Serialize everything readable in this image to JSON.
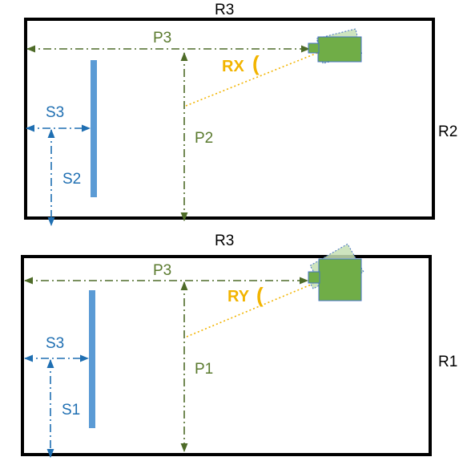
{
  "colors": {
    "frame": "#000000",
    "dim_green": "#4e6b28",
    "label_green": "#5a7a2e",
    "label_blue": "#1f6fb2",
    "dim_blue": "#1f6fb2",
    "bar_blue": "#5b9bd5",
    "angle_gold": "#f2b400",
    "camera_fill": "#70ad47",
    "camera_ghost": "#c5dfb4",
    "camera_border": "#4472c4"
  },
  "icons": {
    "camera": "camera-icon",
    "ghost_camera": "rotated-camera-outline-icon"
  },
  "top_panel": {
    "top_label": "R3",
    "side_label": "R2",
    "horizontal_label": "P3",
    "vertical_label": "P2",
    "angle_label": "RX",
    "angle_symbol": "(",
    "offset_label": "S3",
    "height_label": "S2"
  },
  "bottom_panel": {
    "top_label": "R3",
    "side_label": "R1",
    "horizontal_label": "P3",
    "vertical_label": "P1",
    "angle_label": "RY",
    "angle_symbol": "(",
    "offset_label": "S3",
    "height_label": "S1"
  }
}
